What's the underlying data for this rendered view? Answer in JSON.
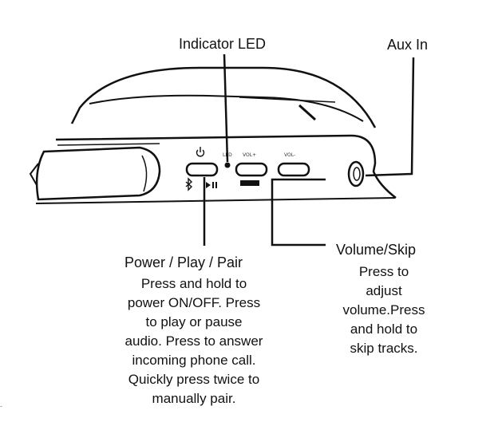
{
  "labels": {
    "indicator_led": "Indicator LED",
    "aux_in": "Aux In",
    "power_title": "Power / Play / Pair",
    "power_desc": "Press and hold to\npower ON/OFF. Press\nto play or pause\naudio. Press to answer\nincoming phone call.\nQuickly press twice to\nmanually pair.",
    "volume_title": "Volume/Skip",
    "volume_desc": "Press to\nadjust\nvolume.Press\nand hold to\nskip tracks."
  },
  "device_markings": {
    "led": "LED",
    "vol_plus": "VOL+",
    "vol_minus": "VOL-"
  },
  "icons": [
    "power-icon",
    "bluetooth-icon",
    "play-pause-icon"
  ]
}
